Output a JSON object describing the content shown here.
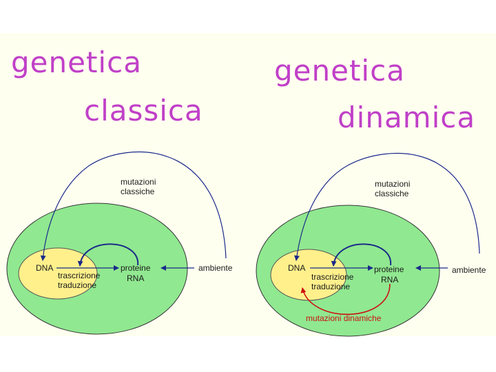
{
  "left_panel": {
    "title_line1": "genetica",
    "title_line2": "classica",
    "labels": {
      "mutations": [
        "mutazioni",
        "classiche"
      ],
      "dna": "DNA",
      "process": [
        "trascrizione",
        "traduzione"
      ],
      "products": [
        "proteine",
        "RNA"
      ],
      "environment": "ambiente"
    }
  },
  "right_panel": {
    "title_line1": "genetica",
    "title_line2": "dinamica",
    "labels": {
      "mutations": [
        "mutazioni",
        "classiche"
      ],
      "dna": "DNA",
      "process": [
        "trascrizione",
        "traduzione"
      ],
      "products": [
        "proteine",
        "RNA"
      ],
      "environment": "ambiente",
      "dynamic_mutations": "mutazioni dinamiche"
    }
  },
  "colors": {
    "title": "#c040c8",
    "cell": "#90e890",
    "nucleus": "#fff08c",
    "arrow": "#1a2a8a",
    "dynamic_arrow": "#cc1010",
    "background": "#fffff0"
  }
}
